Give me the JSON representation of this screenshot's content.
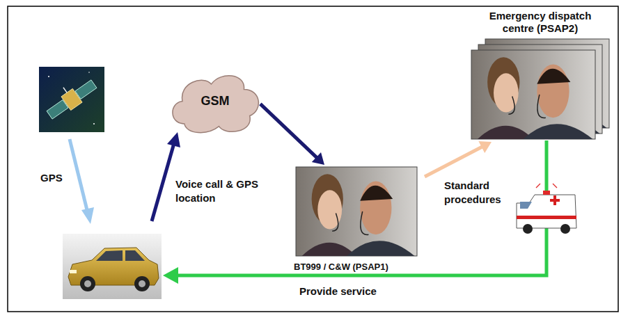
{
  "diagram": {
    "nodes": [
      {
        "text": [
          "GSM"
        ]
      },
      {
        "text": [
          "BT999 / C&W (PSAP1)"
        ]
      },
      {
        "text": [
          "Emergency dispatch centre (PSAP2)"
        ]
      }
    ],
    "edges": [
      {
        "from": 0,
        "to": 1,
        "arrow": "to"
      },
      {
        "from": 1,
        "to": 2,
        "arrow": "to",
        "label": "Standard procedures"
      }
    ],
    "labels": [
      "GPS",
      "Voice call & GPS location",
      "Provide service"
    ]
  }
}
